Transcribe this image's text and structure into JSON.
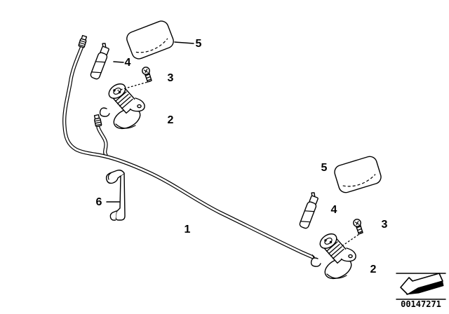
{
  "diagram": {
    "background_color": "#ffffff",
    "line_color": "#000000",
    "callouts": [
      {
        "label": "5",
        "part": "cover-cap",
        "position": "upper"
      },
      {
        "label": "4",
        "part": "spray-nozzle",
        "position": "upper"
      },
      {
        "label": "3",
        "part": "screw",
        "position": "upper"
      },
      {
        "label": "2",
        "part": "washer-pump",
        "position": "upper"
      },
      {
        "label": "6",
        "part": "bracket",
        "position": "left"
      },
      {
        "label": "1",
        "part": "hose-line",
        "position": "center"
      },
      {
        "label": "5",
        "part": "cover-cap",
        "position": "lower"
      },
      {
        "label": "4",
        "part": "spray-nozzle",
        "position": "lower"
      },
      {
        "label": "3",
        "part": "screw",
        "position": "lower"
      },
      {
        "label": "2",
        "part": "washer-pump",
        "position": "lower"
      }
    ],
    "stamp": {
      "code": "00147271"
    }
  }
}
